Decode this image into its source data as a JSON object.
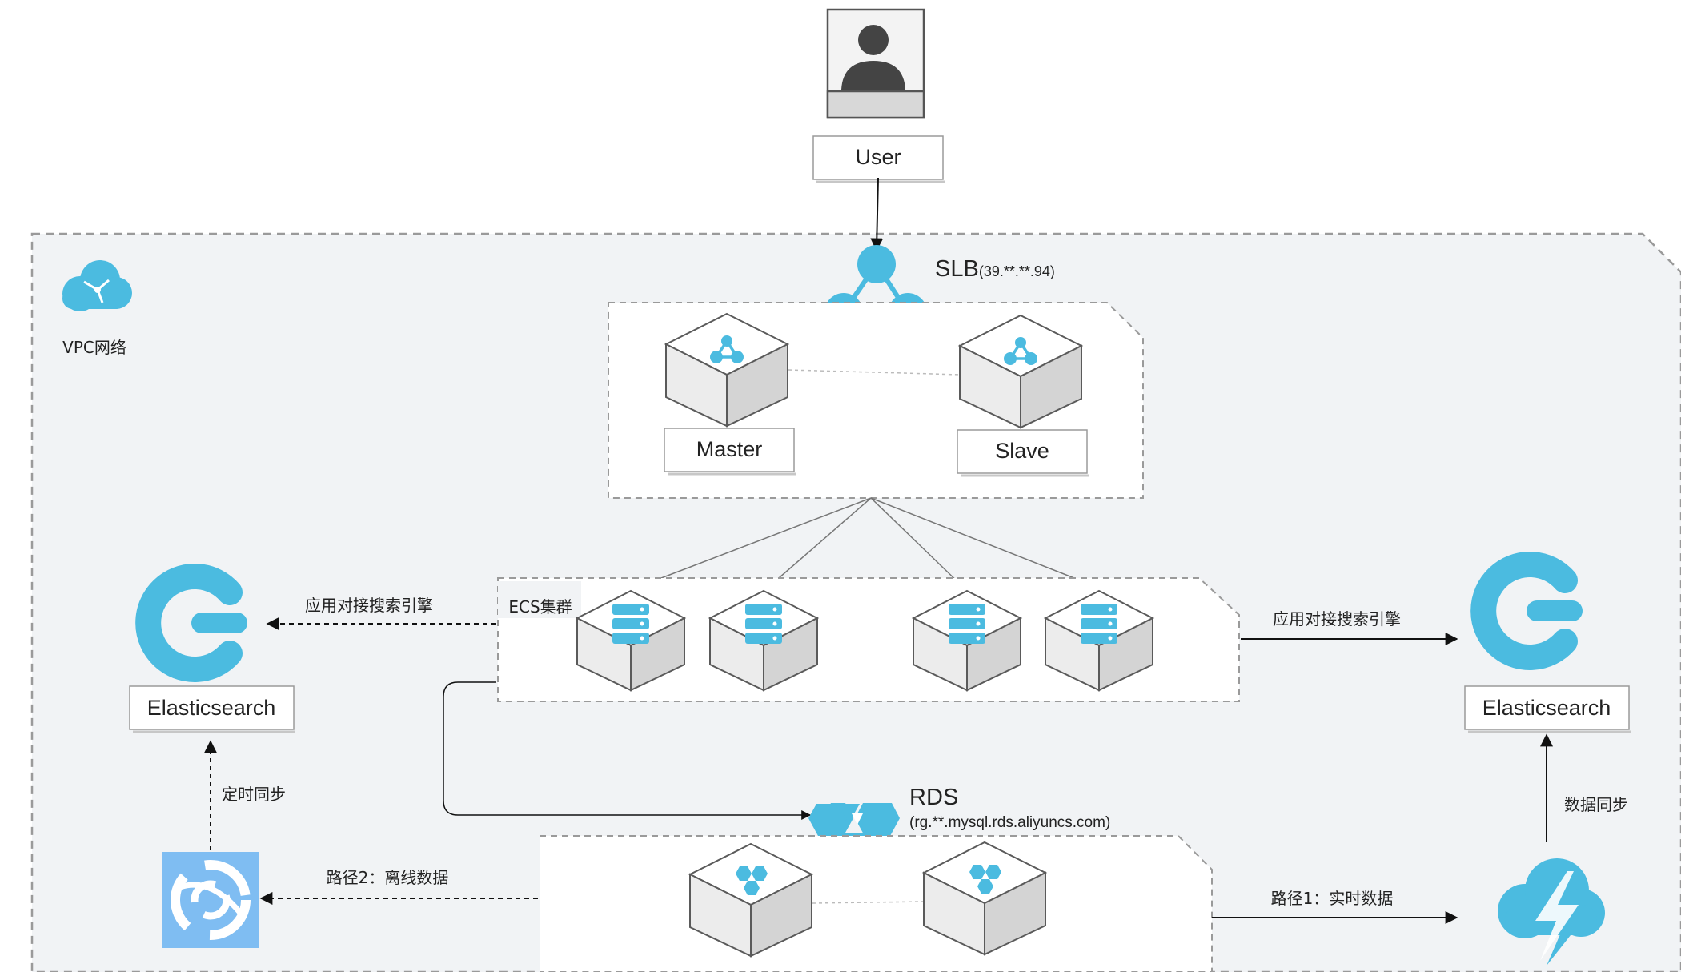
{
  "vpc": {
    "label": "VPC网络"
  },
  "user": {
    "label": "User"
  },
  "slb": {
    "name": "SLB",
    "ip": "(39.**.**.94)"
  },
  "master": {
    "label": "Master"
  },
  "slave": {
    "label": "Slave"
  },
  "ecs": {
    "label": "ECS集群"
  },
  "rds": {
    "name": "RDS",
    "host": "(rg.**.mysql.rds.aliyuncs.com)"
  },
  "es_left": {
    "label": "Elasticsearch"
  },
  "es_right": {
    "label": "Elasticsearch"
  },
  "edges": {
    "app_left": "应用对接搜索引擎",
    "app_right": "应用对接搜索引擎",
    "timed_sync": "定时同步",
    "data_sync": "数据同步",
    "path2": "路径2：离线数据",
    "path1": "路径1：实时数据"
  },
  "colors": {
    "accent": "#4bbbe0",
    "vpc_bg": "#f1f3f5",
    "dashed": "#9a9a9a",
    "cube_top": "#ffffff",
    "cube_left": "#eeeeee",
    "cube_right": "#d6d6d6",
    "datax_bg": "#7fbdf2"
  }
}
